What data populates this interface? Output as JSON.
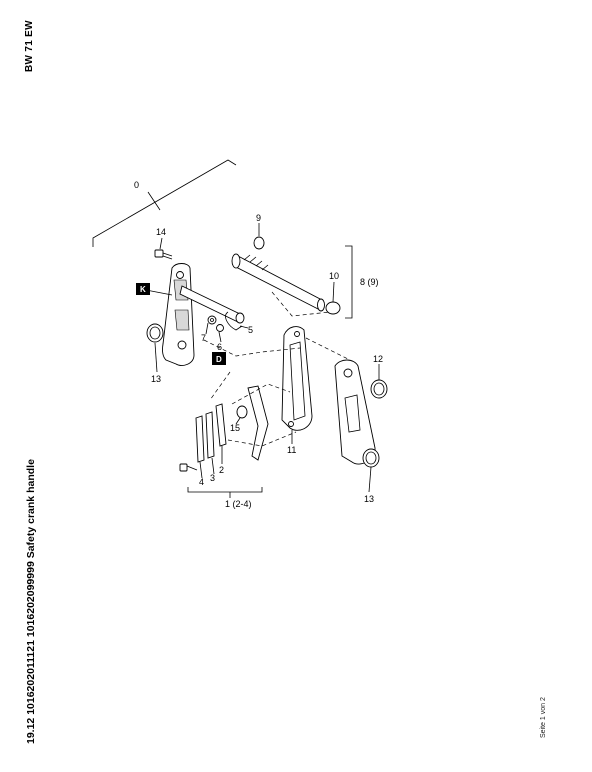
{
  "document": {
    "model": "BW 71 EW",
    "title": "19.12 1016202011121 1016202099999 Safety crank handle",
    "page_label": "Seite 1 von 2"
  },
  "diagram": {
    "callouts": [
      "0",
      "1 (2-4)",
      "2",
      "3",
      "4",
      "5",
      "6",
      "7",
      "8 (9)",
      "9",
      "10",
      "11",
      "12",
      "13",
      "13",
      "14",
      "15"
    ],
    "detail_tags": [
      "K",
      "D"
    ]
  }
}
